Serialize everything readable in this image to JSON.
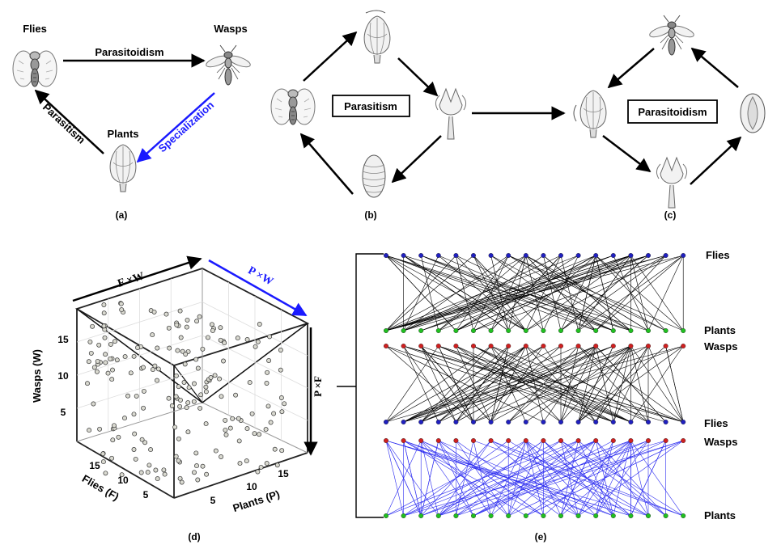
{
  "panel_a": {
    "label": "(a)",
    "nodes": {
      "flies": "Flies",
      "wasps": "Wasps",
      "plants": "Plants"
    },
    "edges": {
      "top": "Parasitoidism",
      "left": "Parasitism",
      "right": "Specialization"
    },
    "right_edge_color": "#1a1aff"
  },
  "panel_b": {
    "label": "(b)",
    "box": "Parasitism"
  },
  "panel_c": {
    "label": "(c)",
    "box": "Parasitoidism"
  },
  "panel_d": {
    "label": "(d)",
    "top_front_label": "F ×W",
    "top_right_label": "P ×W",
    "right_label": "P ×F",
    "accent": "#1a1aff",
    "y_axis": {
      "title": "Wasps (W)",
      "ticks": [
        "15",
        "10",
        "5"
      ]
    },
    "flies_axis": {
      "title": "Flies (F)",
      "ticks": [
        "15",
        "10",
        "5"
      ]
    },
    "plants_axis": {
      "title": "Plants (P)",
      "ticks": [
        "5",
        "10",
        "15"
      ]
    }
  },
  "panel_e": {
    "label": "(e)",
    "layers": [
      {
        "top": "Flies",
        "bottom": "Plants",
        "top_color": "#2020c0",
        "bottom_color": "#20c020",
        "line_color": "#000000"
      },
      {
        "top": "Wasps",
        "bottom": "Flies",
        "top_color": "#d02020",
        "bottom_color": "#2020c0",
        "line_color": "#000000"
      },
      {
        "top": "Wasps",
        "bottom": "Plants",
        "top_color": "#d02020",
        "bottom_color": "#20c020",
        "line_color": "#2a2af0"
      }
    ]
  }
}
